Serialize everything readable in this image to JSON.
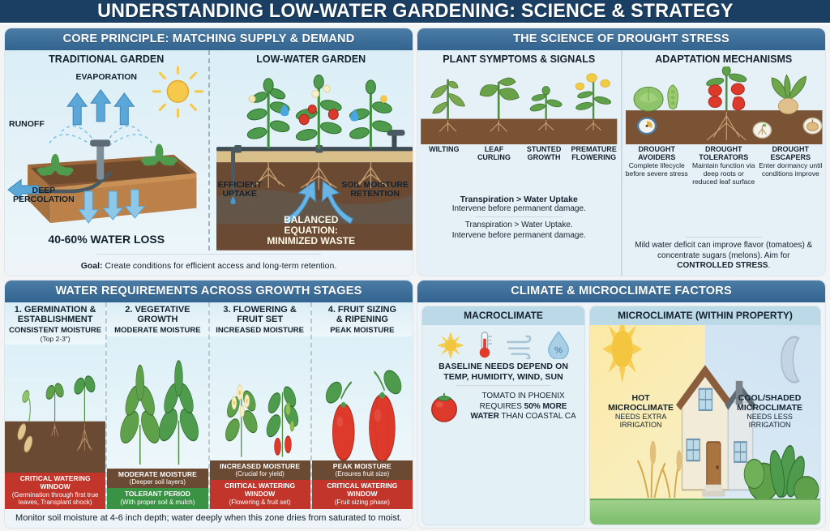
{
  "header": {
    "title": "UNDERSTANDING LOW-WATER GARDENING: SCIENCE & STRATEGY"
  },
  "colors": {
    "header_navy": "#1b3f63",
    "panel_title_blue": "#33648f",
    "critical_red": "#c1352b",
    "tolerant_green": "#3a9244",
    "soil_brown": "#6b4a33",
    "water_blue": "#5aa7d8"
  },
  "panel1": {
    "title": "CORE PRINCIPLE: MATCHING SUPPLY & DEMAND",
    "left": {
      "heading": "TRADITIONAL GARDEN",
      "labels": {
        "evaporation": "EVAPORATION",
        "runoff": "RUNOFF",
        "percolation": "DEEP\nPERCOLATION",
        "loss": "40-60% WATER LOSS"
      },
      "icons": [
        "sun-icon",
        "sprinkler-icon",
        "up-arrow-icon",
        "down-arrow-icon",
        "left-arrow-icon"
      ]
    },
    "right": {
      "heading": "LOW-WATER GARDEN",
      "labels": {
        "uptake": "EFFICIENT\nUPTAKE",
        "retention": "SOIL MOISTURE\nRETENTION",
        "balanced": "BALANCED EQUATION:\nMINIMIZED WASTE"
      },
      "icons": [
        "drip-line-icon",
        "faucet-icon",
        "water-drop-icon",
        "root-icon"
      ]
    },
    "footer_label": "Goal:",
    "footer_text": "Create conditions for efficient access and long-term retention."
  },
  "panel2": {
    "title": "THE SCIENCE OF DROUGHT STRESS",
    "left": {
      "heading": "PLANT SYMPTOMS & SIGNALS",
      "symptoms": [
        "WILTING",
        "LEAF\nCURLING",
        "STUNTED\nGROWTH",
        "PREMATURE\nFLOWERING"
      ],
      "callout_bold": "Transpiration > Water Uptake",
      "callout_sub": "Intervene before permanent damage.",
      "note": "Transpiration > Water Uptake.\nIntervene before permanent damage."
    },
    "right": {
      "heading": "ADAPTATION MECHANISMS",
      "mechanisms": [
        {
          "title": "DROUGHT\nAVOIDERS",
          "desc": "Complete lifecycle before severe stress",
          "icon": "clock-icon"
        },
        {
          "title": "DROUGHT\nTOLERATORS",
          "desc": "Maintain function via deep roots or reduced leaf surface",
          "icon": "deep-root-icon"
        },
        {
          "title": "DROUGHT\nESCAPERS",
          "desc": "Enter dormancy until conditions improve",
          "icon": "bulb-dormancy-icon"
        }
      ],
      "note_plain_1": "Mild water deficit can improve flavor (tomatoes) & concentrate sugars (melons). Aim for ",
      "note_bold": "CONTROLLED STRESS",
      "note_plain_2": "."
    }
  },
  "panel3": {
    "title": "WATER REQUIREMENTS ACROSS GROWTH STAGES",
    "stages": [
      {
        "number_title": "1. GERMINATION &\nESTABLISHMENT",
        "moisture": "CONSISTENT MOISTURE",
        "sub": "(Top 2-3\")",
        "soil_band_a": "",
        "soil_band_b": "",
        "window_a": "CRITICAL WATERING WINDOW",
        "window_b": "(Germination through first true leaves, Transplant shock)",
        "window_type": "critical"
      },
      {
        "number_title": "2. VEGETATIVE\nGROWTH",
        "moisture": "MODERATE MOISTURE",
        "sub": "",
        "soil_band_a": "MODERATE MOISTURE",
        "soil_band_b": "(Deeper soil layers)",
        "window_a": "TOLERANT PERIOD",
        "window_b": "(With proper soil & mulch)",
        "window_type": "tolerant"
      },
      {
        "number_title": "3. FLOWERING &\nFRUIT SET",
        "moisture": "INCREASED MOISTURE",
        "sub": "",
        "soil_band_a": "INCREASED MOISTURE",
        "soil_band_b": "(Crucial for yield)",
        "window_a": "CRITICAL WATERING WINDOW",
        "window_b": "(Flowering & fruit set)",
        "window_type": "critical"
      },
      {
        "number_title": "4. FRUIT SIZING\n& RIPENING",
        "moisture": "PEAK MOISTURE",
        "sub": "",
        "soil_band_a": "PEAK MOISTURE",
        "soil_band_b": "(Ensures fruit size)",
        "window_a": "CRITICAL WATERING WINDOW",
        "window_b": "(Fruit sizing phase)",
        "window_type": "critical"
      }
    ],
    "footer_text": "Monitor soil moisture at 4-6 inch depth; water deeply when this zone dries from saturated to moist."
  },
  "panel4": {
    "title": "CLIMATE & MICROCLIMATE FACTORS",
    "macro": {
      "heading": "MACROCLIMATE",
      "icons": [
        "sun-icon",
        "thermometer-icon",
        "wind-icon",
        "humidity-drop-icon"
      ],
      "text": "BASELINE NEEDS DEPEND ON\nTEMP, HUMIDITY, WIND, SUN",
      "note_part1": "TOMATO IN PHOENIX REQUIRES ",
      "note_bold1": "50% MORE WATER",
      "note_part2": " THAN COASTAL CA",
      "note_icon": "tomato-icon"
    },
    "micro": {
      "heading": "MICROCLIMATE (WITHIN PROPERTY)",
      "hot": {
        "title": "HOT\nMICROCLIMATE",
        "desc": "NEEDS EXTRA\nIRRIGATION",
        "icon": "sun-icon"
      },
      "cool": {
        "title": "COOL/SHADED\nMICROCLIMATE",
        "desc": "NEEDS LESS\nIRRIGATION",
        "icon": "moon-icon"
      },
      "center_icon": "house-icon"
    }
  }
}
